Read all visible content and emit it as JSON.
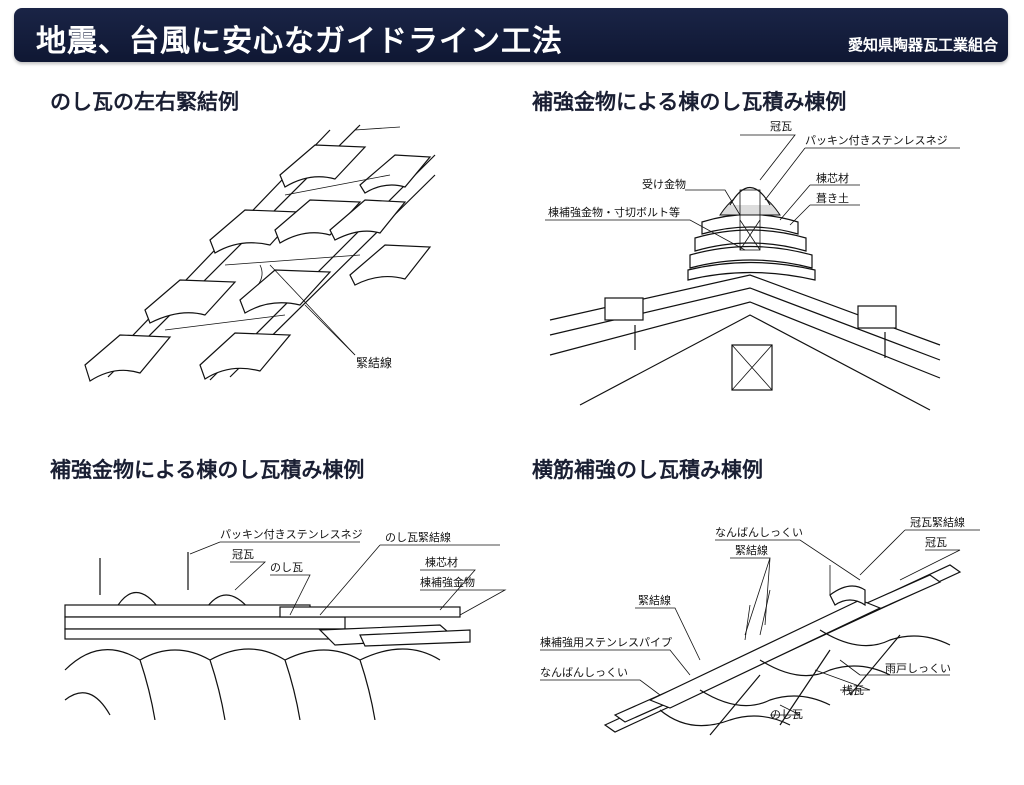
{
  "header": {
    "title": "地震、台風に安心なガイドライン工法",
    "org": "愛知県陶器瓦工業組合"
  },
  "panels": [
    {
      "title": "のし瓦の左右緊結例",
      "labels": {
        "kinketsu": "緊結線"
      }
    },
    {
      "title": "補強金物による棟のし瓦積み棟例",
      "labels": {
        "kanmuri": "冠瓦",
        "packing": "パッキン付きステンレスネジ",
        "uke": "受け金物",
        "munashin": "棟芯材",
        "hokyou": "棟補強金物・寸切ボルト等",
        "fukitsuchi": "葺き土"
      }
    },
    {
      "title": "補強金物による棟のし瓦積み棟例",
      "labels": {
        "packing": "パッキン付きステンレスネジ",
        "noshikinketsu": "のし瓦緊結線",
        "kanmuri": "冠瓦",
        "noshi": "のし瓦",
        "munashin": "棟芯材",
        "hokyoukanamono": "棟補強金物"
      }
    },
    {
      "title": "横筋補強のし瓦積み棟例",
      "labels": {
        "nanban1": "なんばんしっくい",
        "kanmurikinketsu": "冠瓦緊結線",
        "kanmuri": "冠瓦",
        "kinketsu1": "緊結線",
        "kinketsu2": "緊結線",
        "pipe": "棟補強用ステンレスパイプ",
        "nanban2": "なんばんしっくい",
        "amado": "雨戸しっくい",
        "sangawara": "桟瓦",
        "noshi": "のし瓦"
      }
    }
  ]
}
